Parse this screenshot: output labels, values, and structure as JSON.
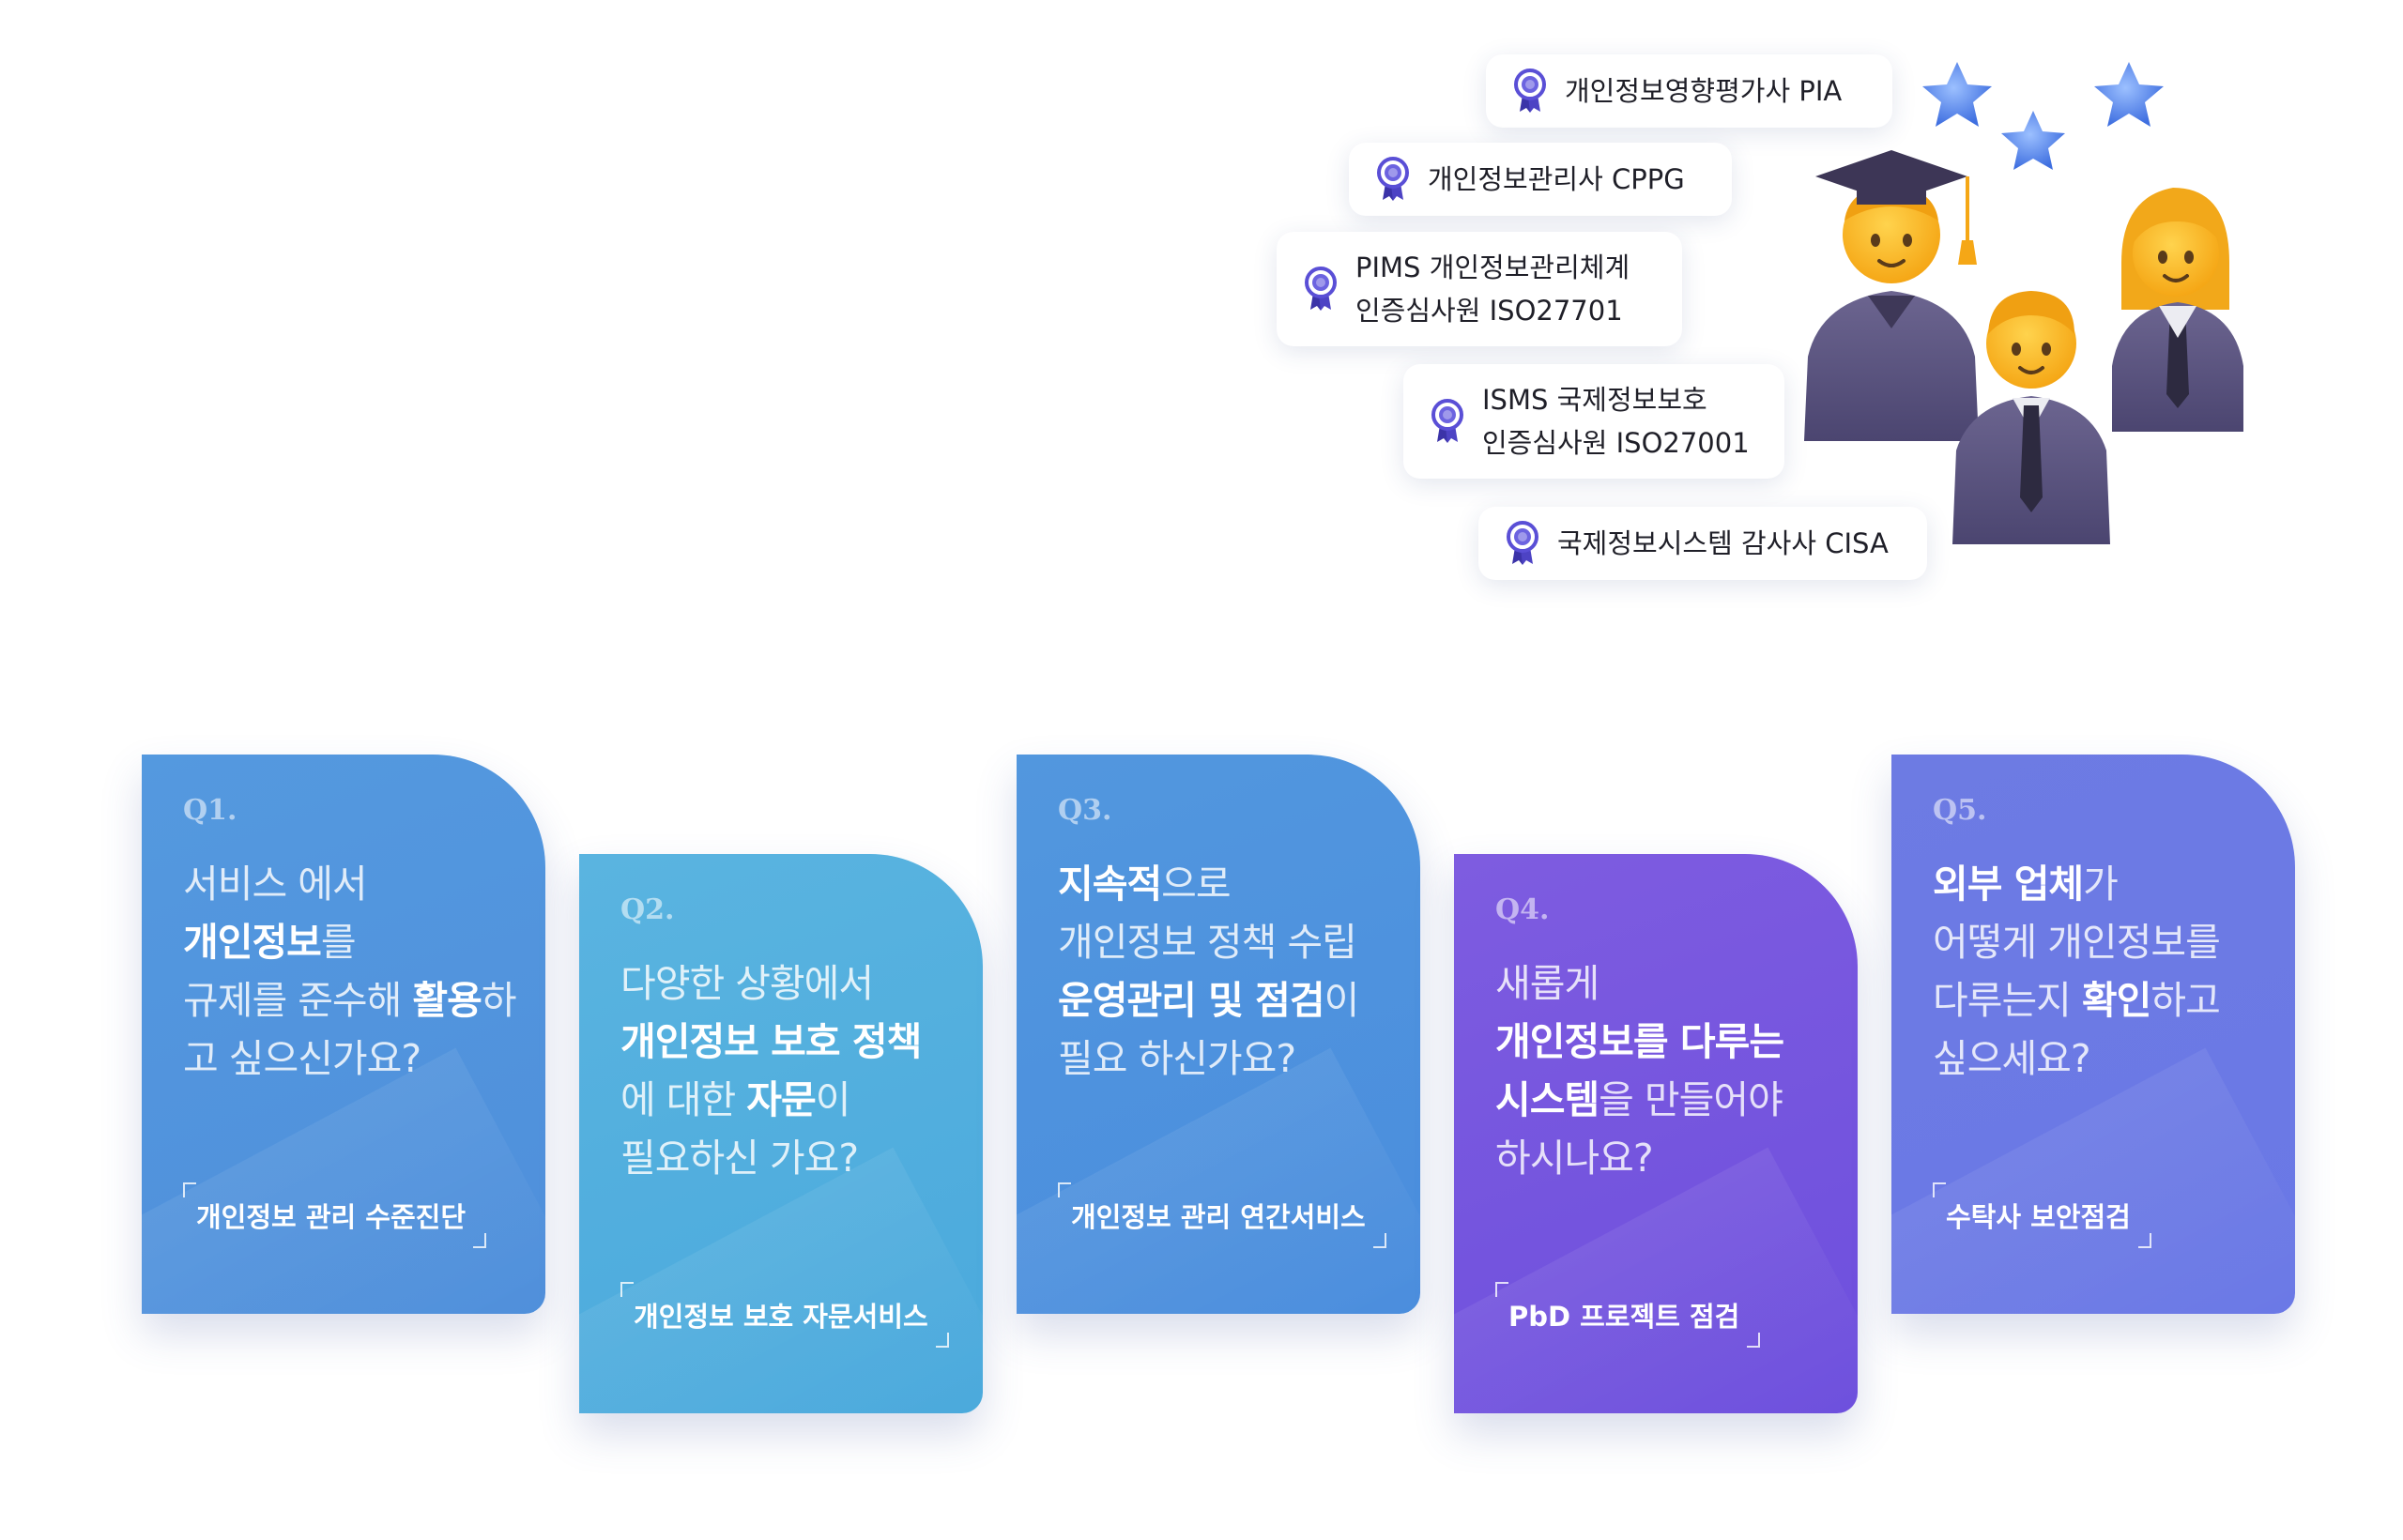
{
  "certifications": [
    {
      "lines": [
        "개인정보영향평가사 PIA"
      ]
    },
    {
      "lines": [
        "개인정보관리사 CPPG"
      ]
    },
    {
      "lines": [
        "PIMS 개인정보관리체계",
        "인증심사원 ISO27701"
      ]
    },
    {
      "lines": [
        "ISMS 국제정보보호",
        "인증심사원 ISO27001"
      ]
    },
    {
      "lines": [
        "국제정보시스템 감사사 CISA"
      ]
    }
  ],
  "cards": [
    {
      "num": "Q1.",
      "lines": [
        [
          [
            "서비스 에서",
            false
          ]
        ],
        [
          [
            "개인정보",
            true
          ],
          [
            "를",
            false
          ]
        ],
        [
          [
            "규제를 준수해 ",
            false
          ],
          [
            "활용",
            true
          ],
          [
            "하",
            false
          ]
        ],
        [
          [
            "고 싶으신가요?",
            false
          ]
        ]
      ],
      "service": "개인정보 관리 수준진단"
    },
    {
      "num": "Q2.",
      "lines": [
        [
          [
            "다양한 상황에서",
            false
          ]
        ],
        [
          [
            "개인정보 보호 정책",
            true
          ]
        ],
        [
          [
            "에 대한 ",
            false
          ],
          [
            "자문",
            true
          ],
          [
            "이",
            false
          ]
        ],
        [
          [
            "필요하신 가요?",
            false
          ]
        ]
      ],
      "service": "개인정보 보호 자문서비스"
    },
    {
      "num": "Q3.",
      "lines": [
        [
          [
            "지속적",
            true
          ],
          [
            "으로",
            false
          ]
        ],
        [
          [
            "개인정보 정책 수립",
            false
          ]
        ],
        [
          [
            "운영관리 및 점검",
            true
          ],
          [
            "이",
            false
          ]
        ],
        [
          [
            "필요 하신가요?",
            false
          ]
        ]
      ],
      "service": "개인정보 관리 연간서비스"
    },
    {
      "num": "Q4.",
      "lines": [
        [
          [
            "새롭게",
            false
          ]
        ],
        [
          [
            "개인정보를 다루는",
            true
          ]
        ],
        [
          [
            "시스템",
            true
          ],
          [
            "을 만들어야",
            false
          ]
        ],
        [
          [
            "하시나요?",
            false
          ]
        ]
      ],
      "service": "PbD 프로젝트 점검"
    },
    {
      "num": "Q5.",
      "lines": [
        [
          [
            "외부 업체",
            true
          ],
          [
            "가",
            false
          ]
        ],
        [
          [
            "어떻게 개인정보를",
            false
          ]
        ],
        [
          [
            "다루는지 ",
            false
          ],
          [
            "확인",
            true
          ],
          [
            "하고",
            false
          ]
        ],
        [
          [
            "싶으세요?",
            false
          ]
        ]
      ],
      "service": "수탁사 보안점검"
    }
  ],
  "icons": {
    "medal": "award-ribbon-icon",
    "stars": "star-icon",
    "people": "graduate-and-professionals-icon"
  },
  "colors": {
    "medal_fill": "#5a4fd6",
    "star": "#4c7de0",
    "card_q1": "#5499df",
    "card_q2": "#5ab4e0",
    "card_q3": "#5297de",
    "card_q4": "#7e5ce0",
    "card_q5": "#6d7be3"
  }
}
